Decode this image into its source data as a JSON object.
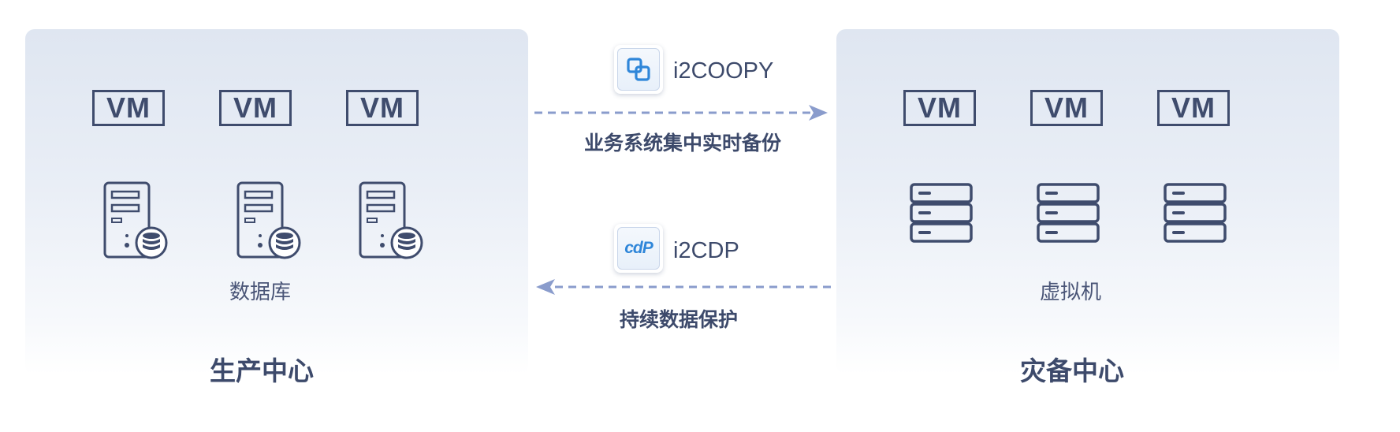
{
  "production": {
    "title": "生产中心",
    "caption": "数据库",
    "vm_labels": [
      "VM",
      "VM",
      "VM"
    ]
  },
  "disaster_recovery": {
    "title": "灾备中心",
    "caption": "虚拟机",
    "vm_labels": [
      "VM",
      "VM",
      "VM"
    ]
  },
  "flows": [
    {
      "product": "i2COOPY",
      "label": "业务系统集中实时备份",
      "icon": "i2coopy-logo-icon",
      "direction": "to-right"
    },
    {
      "product": "i2CDP",
      "label": "持续数据保护",
      "icon": "i2cdp-logo-icon",
      "direction": "to-left",
      "logo_text": "cdP"
    }
  ],
  "colors": {
    "outline": "#3f4c6d",
    "arrow": "#8a9ccc",
    "logo_blue": "#2f86d9",
    "panel_top": "#dfe6f1"
  }
}
